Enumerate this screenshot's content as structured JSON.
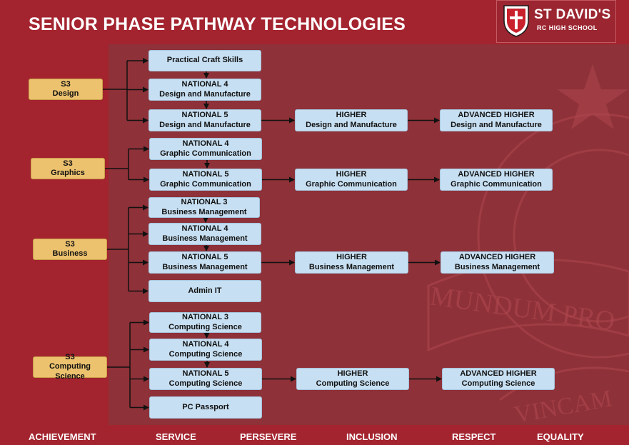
{
  "title": "SENIOR PHASE PATHWAY TECHNOLOGIES",
  "school": {
    "name": "ST DAVID'S",
    "subtitle": "RC HIGH SCHOOL",
    "motto_fragment": "MUNDUM PRO",
    "motto_fragment_2": "VINCAM"
  },
  "groups": [
    {
      "s3": [
        "S3",
        "Design"
      ],
      "courses": [
        [
          "Practical Craft Skills"
        ],
        [
          "NATIONAL 4",
          "Design and Manufacture"
        ],
        [
          "NATIONAL 5",
          "Design and Manufacture"
        ]
      ],
      "higher": [
        "HIGHER",
        "Design and Manufacture"
      ],
      "advanced": [
        "ADVANCED HIGHER",
        "Design and Manufacture"
      ]
    },
    {
      "s3": [
        "S3",
        "Graphics"
      ],
      "courses": [
        [
          "NATIONAL 4",
          "Graphic Communication"
        ],
        [
          "NATIONAL 5",
          "Graphic Communication"
        ]
      ],
      "higher": [
        "HIGHER",
        "Graphic Communication"
      ],
      "advanced": [
        "ADVANCED HIGHER",
        "Graphic Communication"
      ]
    },
    {
      "s3": [
        "S3",
        "Business"
      ],
      "courses": [
        [
          "NATIONAL 3",
          "Business Management"
        ],
        [
          "NATIONAL 4",
          "Business Management"
        ],
        [
          "NATIONAL 5",
          "Business Management"
        ],
        [
          "Admin IT"
        ]
      ],
      "higher": [
        "HIGHER",
        "Business Management"
      ],
      "advanced": [
        "ADVANCED HIGHER",
        "Business Management"
      ]
    },
    {
      "s3": [
        "S3",
        "Computing Science"
      ],
      "courses": [
        [
          "NATIONAL 3",
          "Computing Science"
        ],
        [
          "NATIONAL 4",
          "Computing Science"
        ],
        [
          "NATIONAL 5",
          "Computing Science"
        ],
        [
          "PC Passport"
        ]
      ],
      "higher": [
        "HIGHER",
        "Computing Science"
      ],
      "advanced": [
        "ADVANCED HIGHER",
        "Computing Science"
      ]
    }
  ],
  "values": [
    "ACHIEVEMENT",
    "SERVICE",
    "PERSEVERE",
    "INCLUSION",
    "RESPECT",
    "EQUALITY"
  ],
  "colors": {
    "background": "#a3242f",
    "panel": "#8e3138",
    "course_box": "#c7dff2",
    "s3_box": "#ecc26f"
  }
}
